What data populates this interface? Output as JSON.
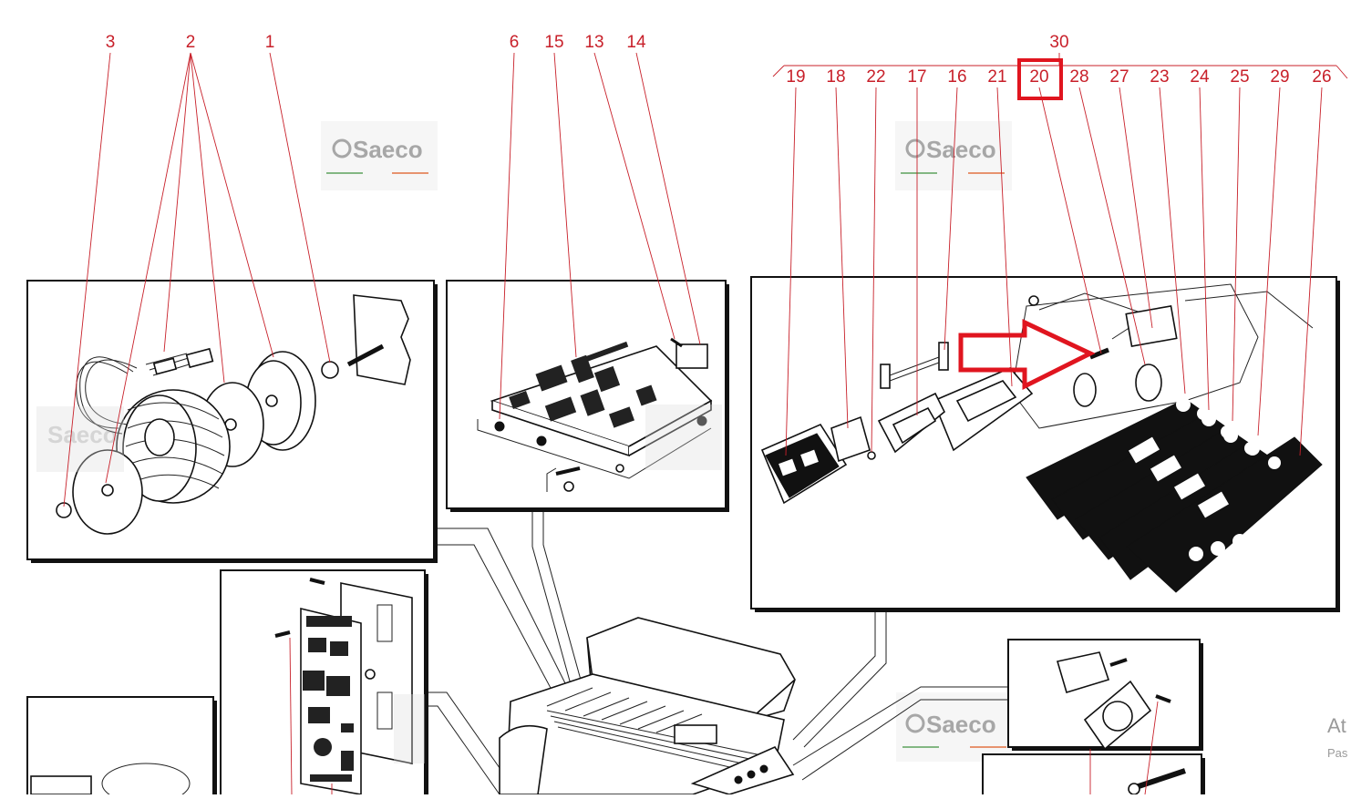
{
  "diagram": {
    "callouts_left_group": [
      "3",
      "2",
      "1"
    ],
    "callouts_middle_group": [
      "6",
      "15",
      "13",
      "14"
    ],
    "callout_top_group_header": "30",
    "callouts_right_group": [
      "19",
      "18",
      "22",
      "17",
      "16",
      "21",
      "20",
      "28",
      "27",
      "23",
      "24",
      "25",
      "29",
      "26"
    ],
    "highlighted_callout": "20",
    "highlight_color": "#e0151f",
    "callout_color": "#c8202a",
    "watermark_text": "Saeco",
    "watermark_colors": [
      "#5aa05a",
      "#e07040"
    ]
  },
  "overlay": {
    "corner_text_large": "At",
    "corner_text_small": "Pas"
  }
}
